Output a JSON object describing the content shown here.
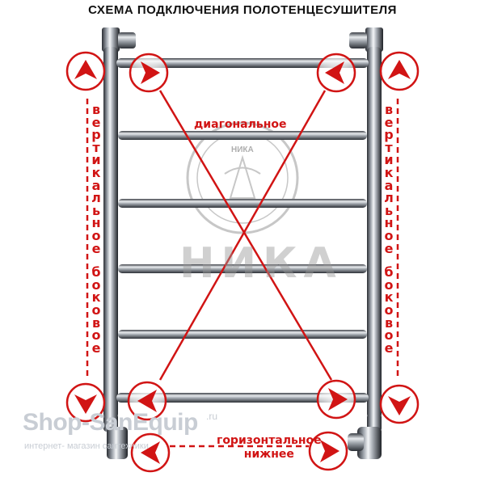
{
  "title": "СХЕМА ПОДКЛЮЧЕНИЯ ПОЛОТЕНЦЕСУШИТЕЛЯ",
  "labels": {
    "diagonal": "диагональное",
    "vertical_side": [
      "вертикальное",
      "боковое"
    ],
    "horizontal_bottom": [
      "горизонтальное",
      "нижнее"
    ]
  },
  "logo": {
    "brand": "НИКА",
    "seal": "НИКА"
  },
  "watermark": {
    "brand": "Shop-SanEquip",
    "tld": ".ru",
    "tagline": "интернет- магазин сантехники"
  },
  "colors": {
    "accent": "#d11414",
    "chrome_dark": "#2a2d33",
    "chrome_light": "#e9ecef"
  }
}
